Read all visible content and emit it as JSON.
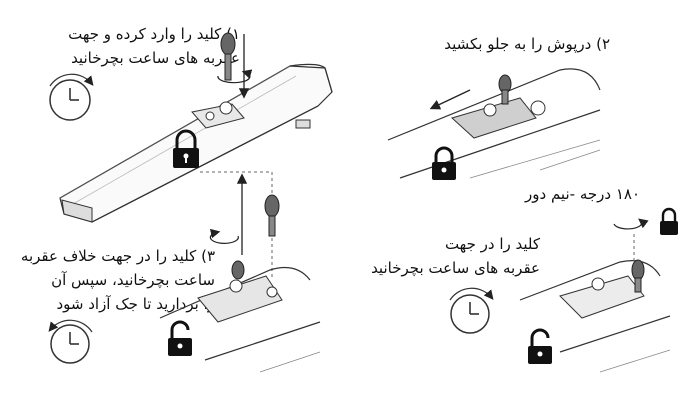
{
  "steps": [
    {
      "line1": "۱) کلید را وارد کرده و جهت",
      "line2": "عقربه های ساعت بچرخانید"
    },
    {
      "line1": "۲) درپوش را به جلو بکشید"
    },
    {
      "line1": "۳) کلید را در جهت خلاف عقربه",
      "line2": "ساعت بچرخانید، سپس آن",
      "line3": "را بردارید تا جک آزاد شود"
    },
    {
      "line1": "کلید را در جهت",
      "line2": "عقربه های ساعت بچرخانید"
    }
  ],
  "rotation_note": "۱۸۰ درجه -نیم دور",
  "icons": [
    "clockwise-clock-icon",
    "counterclockwise-clock-icon",
    "locked-padlock-icon",
    "unlocked-padlock-icon",
    "key-icon",
    "rotation-arrow-icon",
    "direction-arrow-icon"
  ]
}
